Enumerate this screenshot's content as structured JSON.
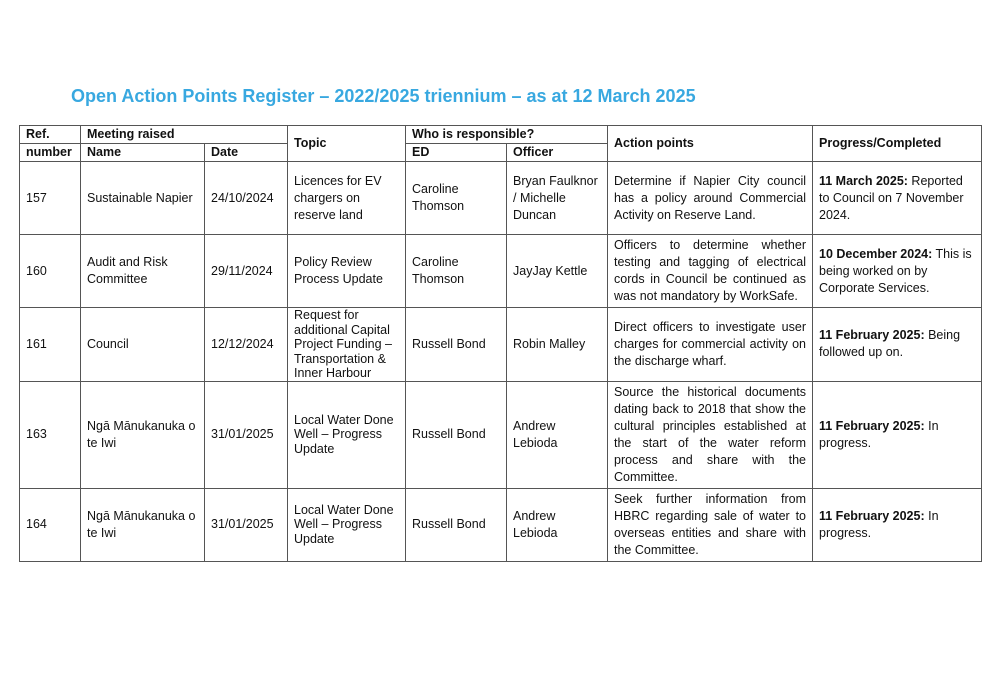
{
  "title": "Open Action Points Register – 2022/2025 triennium – as at 12 March 2025",
  "headers": {
    "ref_line1": "Ref.",
    "ref_line2": "number",
    "meeting_raised": "Meeting raised",
    "name": "Name",
    "date": "Date",
    "topic": "Topic",
    "who_responsible": "Who is responsible?",
    "ed": "ED",
    "officer": "Officer",
    "action_points": "Action points",
    "progress": "Progress/Completed"
  },
  "rows": [
    {
      "ref": "157",
      "name": "Sustainable Napier",
      "date": "24/10/2024",
      "topic": "Licences for EV chargers on reserve land",
      "ed": "Caroline Thomson",
      "officer": "Bryan Faulknor / Michelle Duncan",
      "action": "Determine if Napier City council has a policy around Commercial Activity on Reserve Land.",
      "progress_date": "11 March 2025:",
      "progress_text": " Reported to Council on 7 November 2024."
    },
    {
      "ref": "160",
      "name": "Audit and Risk Committee",
      "date": "29/11/2024",
      "topic": "Policy Review Process Update",
      "ed": "Caroline Thomson",
      "officer": "JayJay Kettle",
      "action": "Officers to determine whether testing and tagging of electrical cords in Council be continued as was not mandatory by WorkSafe.",
      "progress_date": "10 December 2024:",
      "progress_text": " This is being worked on by Corporate Services."
    },
    {
      "ref": "161",
      "name": "Council",
      "date": "12/12/2024",
      "topic": "Request for additional Capital Project Funding – Transportation & Inner Harbour",
      "ed": "Russell Bond",
      "officer": "Robin Malley",
      "action": "Direct officers to investigate user charges for commercial activity on the discharge wharf.",
      "progress_date": "11 February 2025:",
      "progress_text": " Being followed up on."
    },
    {
      "ref": "163",
      "name": "Ngā Mānukanuka o te Iwi",
      "date": "31/01/2025",
      "topic": "Local Water Done Well – Progress Update",
      "ed": "Russell Bond",
      "officer": "Andrew Lebioda",
      "action": "Source the historical documents dating back to 2018 that show the cultural principles established at the start of the water reform process and share with the Committee.",
      "progress_date": "11 February 2025:",
      "progress_text": " In progress."
    },
    {
      "ref": "164",
      "name": "Ngā Mānukanuka o te Iwi",
      "date": "31/01/2025",
      "topic": "Local Water Done Well – Progress Update",
      "ed": "Russell Bond",
      "officer": "Andrew Lebioda",
      "action": "Seek further information from HBRC regarding sale of water to overseas entities and share with the Committee.",
      "progress_date": "11 February 2025:",
      "progress_text": " In progress."
    }
  ]
}
